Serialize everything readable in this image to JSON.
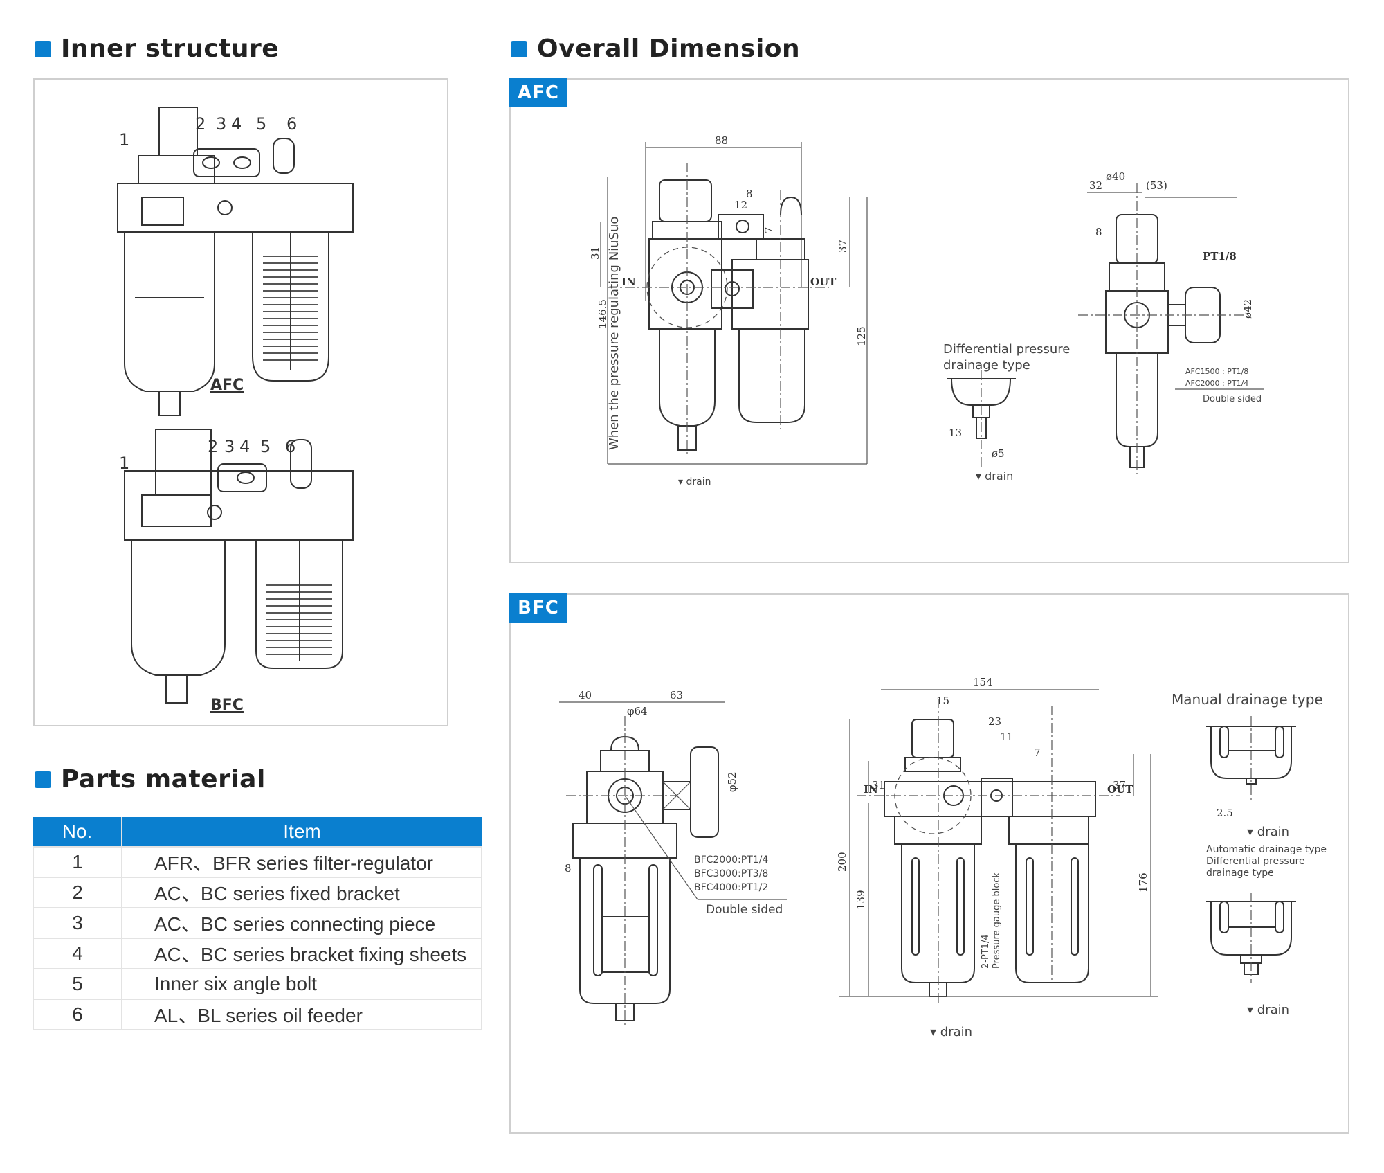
{
  "sections": {
    "inner_structure": {
      "title": "Inner structure"
    },
    "overall_dimension": {
      "title": "Overall Dimension"
    },
    "parts_material": {
      "title": "Parts material"
    }
  },
  "inner_structure": {
    "drawings": [
      {
        "caption": "AFC",
        "callouts": [
          "1",
          "2",
          "3",
          "4",
          "5",
          "6"
        ]
      },
      {
        "caption": "BFC",
        "callouts": [
          "1",
          "2",
          "3",
          "4",
          "5",
          "6"
        ]
      }
    ]
  },
  "parts_table": {
    "headers": [
      "No.",
      "Item"
    ],
    "rows": [
      {
        "no": "1",
        "item": "AFR、BFR series filter-regulator"
      },
      {
        "no": "2",
        "item": "AC、BC series fixed bracket"
      },
      {
        "no": "3",
        "item": "AC、BC series connecting piece"
      },
      {
        "no": "4",
        "item": "AC、BC series bracket fixing sheets"
      },
      {
        "no": "5",
        "item": "Inner six angle bolt"
      },
      {
        "no": "6",
        "item": "AL、BL series oil feeder"
      }
    ]
  },
  "afc": {
    "tab": "AFC",
    "front": {
      "width": "88",
      "bracket_a": "12",
      "bracket_b": "8",
      "bracket_c": "7",
      "port_height": "31",
      "lub_height": "37",
      "total_height": "125",
      "regulating_height": "146.5",
      "regulating_note": "When the pressure regulating NiuSuo",
      "in": "IN",
      "out": "OUT",
      "drain": "drain"
    },
    "diff_drain": {
      "title_line1": "Differential pressure",
      "title_line2": "drainage type",
      "h": "13",
      "d": "ø5",
      "drain": "drain"
    },
    "side": {
      "d40": "ø40",
      "w32": "32",
      "w53": "(53)",
      "w8": "8",
      "gauge_port": "PT1/8",
      "d42": "ø42",
      "port_line1": "AFC1500 : PT1/8",
      "port_line2": "AFC2000 : PT1/4",
      "port_note": "Double sided"
    }
  },
  "bfc": {
    "tab": "BFC",
    "side": {
      "w40": "40",
      "w63": "63",
      "d64": "φ64",
      "d52": "φ52",
      "w8": "8",
      "port_line1": "BFC2000:PT1/4",
      "port_line2": "BFC3000:PT3/8",
      "port_line3": "BFC4000:PT1/2",
      "port_note": "Double sided"
    },
    "front": {
      "width": "154",
      "knob": "15",
      "bracket_a": "23",
      "bracket_b": "11",
      "bracket_c": "7",
      "port_height": "31",
      "lub_height": "37",
      "total_height": "200",
      "lower_height": "139",
      "lub_total": "176",
      "gauge_line1": "2-PT1/4",
      "gauge_line2": "Pressure gauge block",
      "in": "IN",
      "out": "OUT",
      "drain": "drain"
    },
    "drainage": {
      "manual_title": "Manual drainage type",
      "manual_dim": "2.5",
      "manual_drain": "drain",
      "auto_line1": "Automatic drainage type",
      "auto_line2": "Differential pressure",
      "auto_line3": "drainage type",
      "auto_drain": "drain"
    }
  }
}
